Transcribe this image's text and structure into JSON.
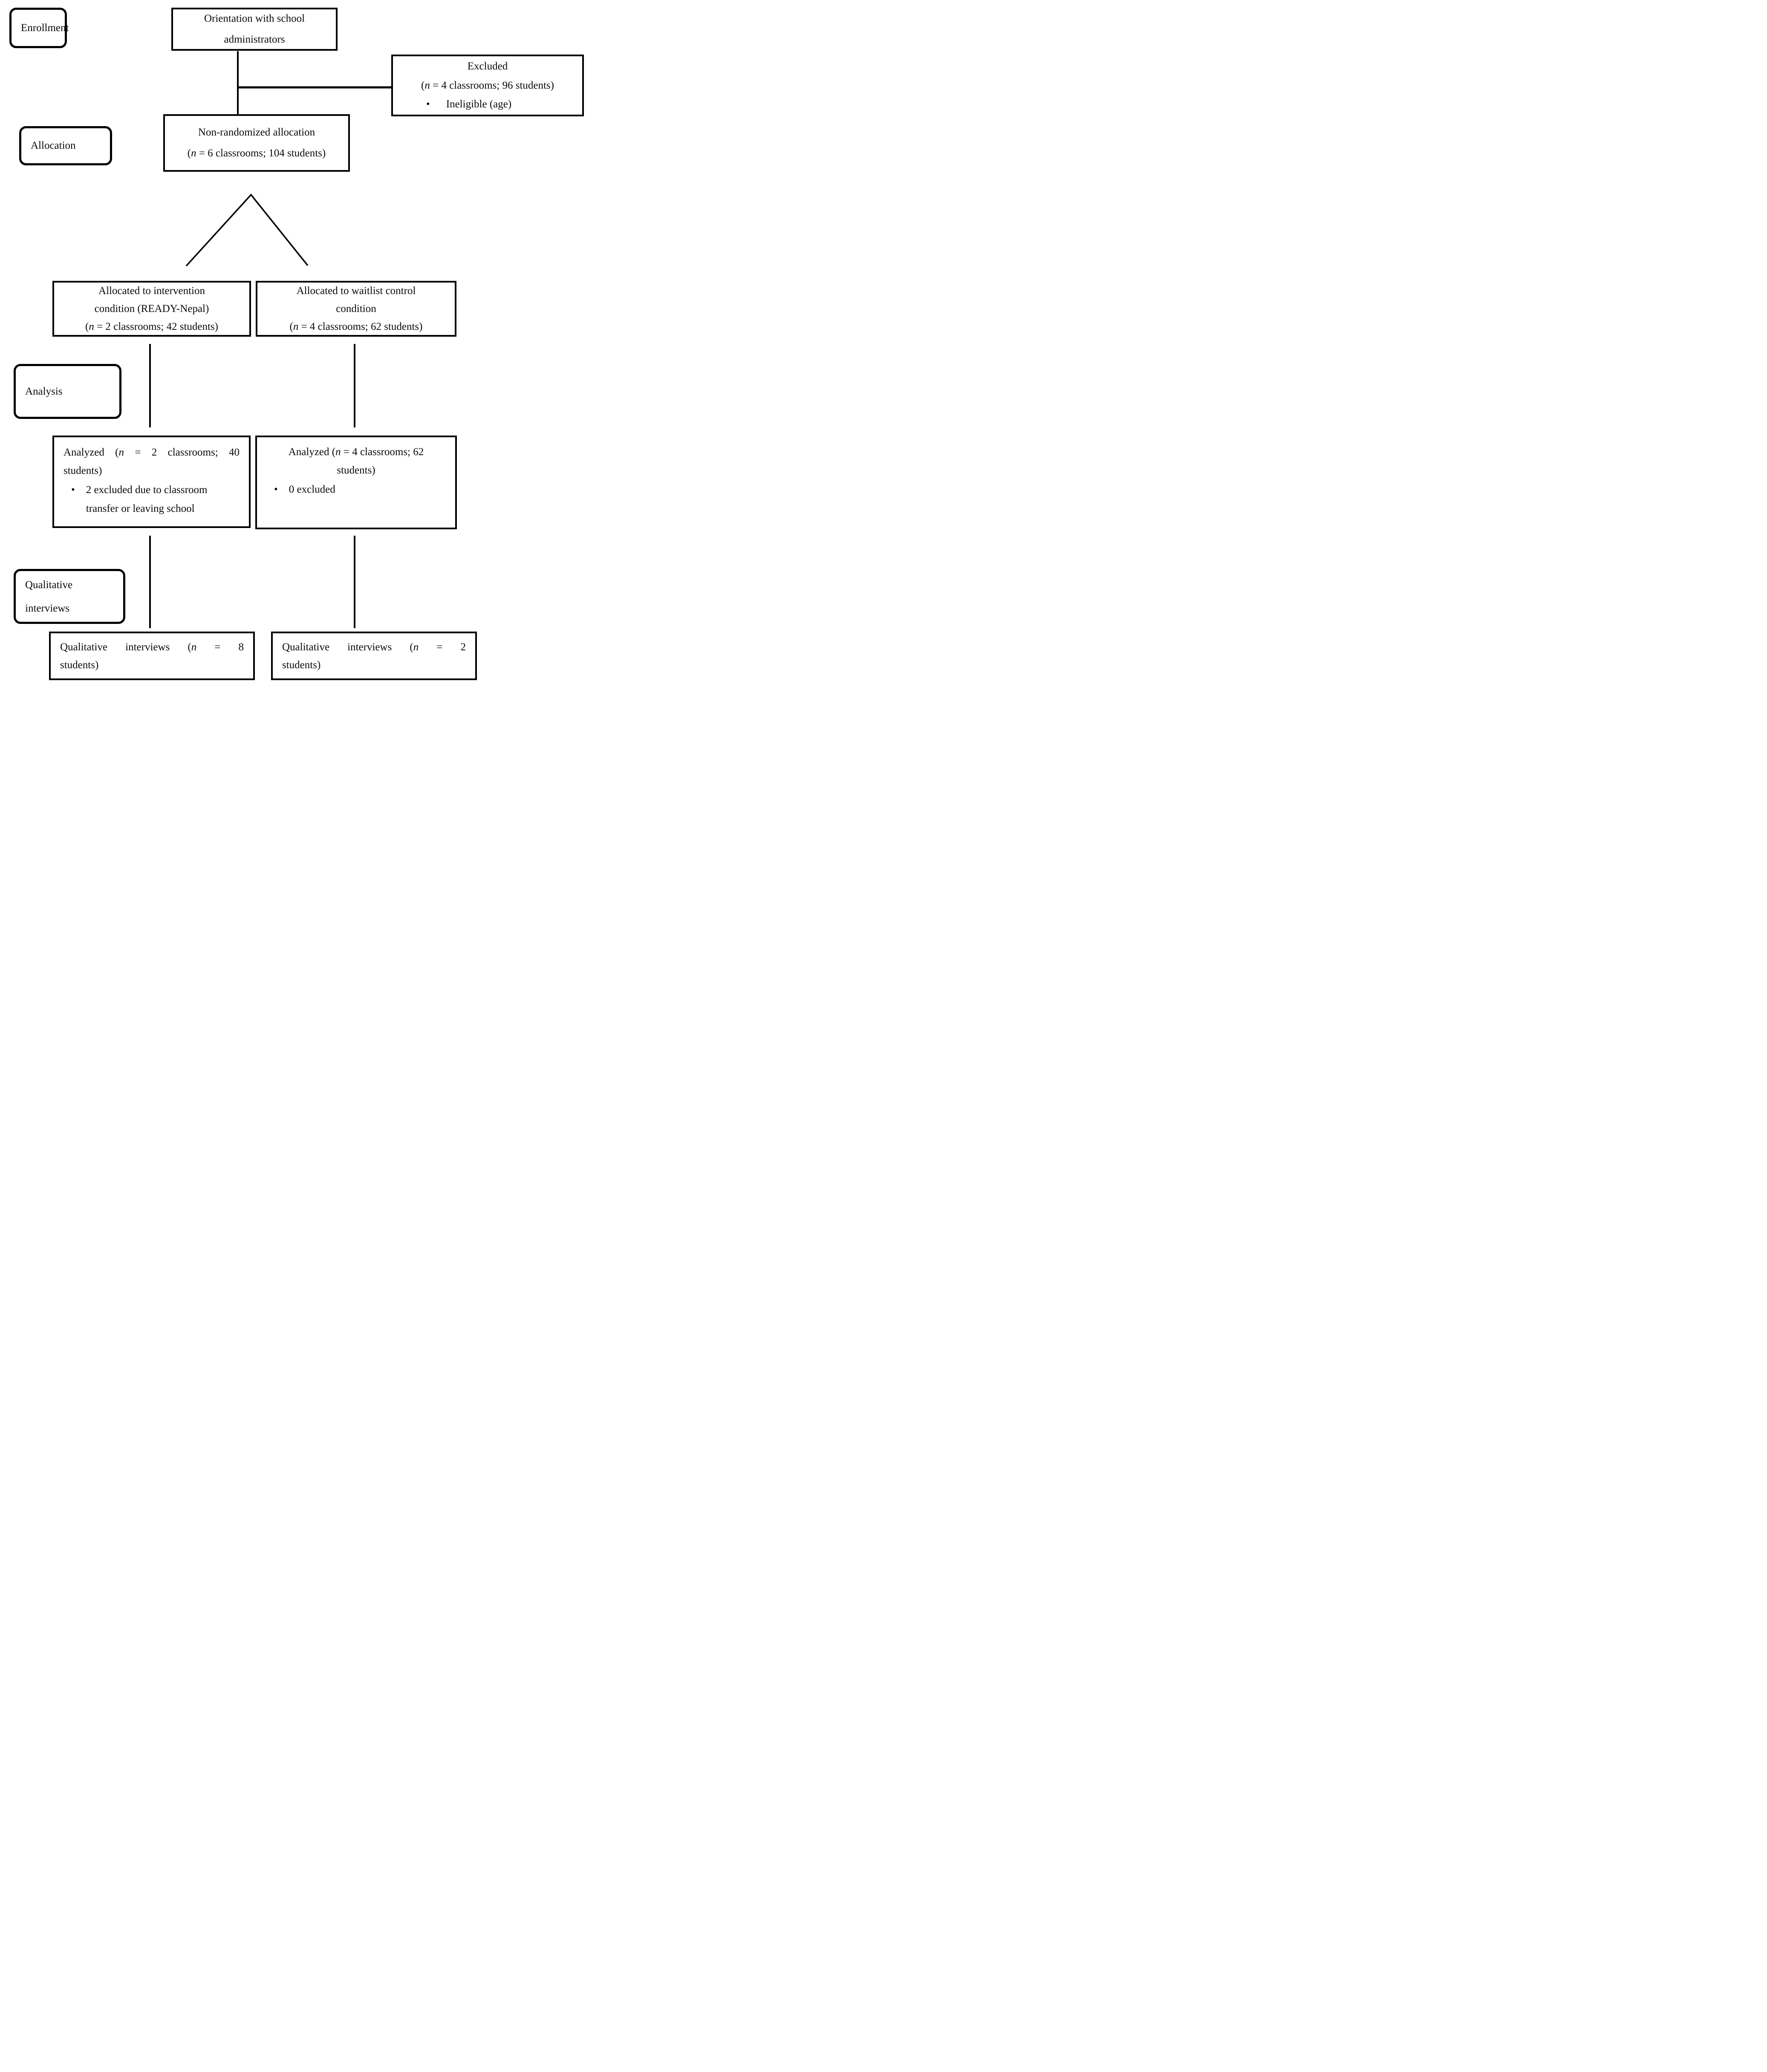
{
  "page": {
    "background": "#ffffff",
    "ink": "#000000"
  },
  "stages": {
    "enrollment": {
      "label": "Enrollment"
    },
    "allocation": {
      "label": "Allocation"
    },
    "analysis": {
      "label": "Analysis"
    },
    "qualitative": {
      "label_line1": "Qualitative",
      "label_line2": "interviews"
    }
  },
  "nodes": {
    "orientation": {
      "line1": "Orientation with school",
      "line2": "administrators"
    },
    "excluded": {
      "title": "Excluded",
      "stat_open": "(",
      "stat_n": "n",
      "stat_rest": " = 4 classrooms; 96 students)",
      "bullet": "•",
      "bullet_text": "Ineligible (age)"
    },
    "allocation": {
      "line1": "Non-randomized allocation",
      "stat_open": "(",
      "stat_n": "n",
      "stat_rest": " = 6 classrooms; 104 students)"
    },
    "intervention": {
      "line1": "Allocated to intervention",
      "line2": "condition (READY-Nepal)",
      "stat_open": "(",
      "stat_n": "n",
      "stat_rest": " = 2 classrooms; 42 students)"
    },
    "waitlist": {
      "line1": "Allocated to waitlist control",
      "line2": "condition",
      "stat_open": "(",
      "stat_n": "n",
      "stat_rest": " = 4 classrooms; 62 students)"
    },
    "analyzed_intervention": {
      "lead": "Analyzed (",
      "n": "n",
      "lead_rest": " = 2 classrooms; 40",
      "line2": "students)",
      "bullet": "•",
      "bullet_line1": "2 excluded due to classroom",
      "bullet_line2": "transfer or leaving school"
    },
    "analyzed_waitlist": {
      "lead": "Analyzed (",
      "n": "n",
      "lead_rest": " = 4 classrooms; 62",
      "line2": "students)",
      "bullet": "•",
      "bullet_text": "0 excluded"
    },
    "qual_intervention": {
      "lead": "Qualitative interviews (",
      "n": "n",
      "lead_rest": " = 8",
      "line2": "students)"
    },
    "qual_waitlist": {
      "lead": "Qualitative interviews (",
      "n": "n",
      "lead_rest": " = 2",
      "line2": "students)"
    }
  }
}
